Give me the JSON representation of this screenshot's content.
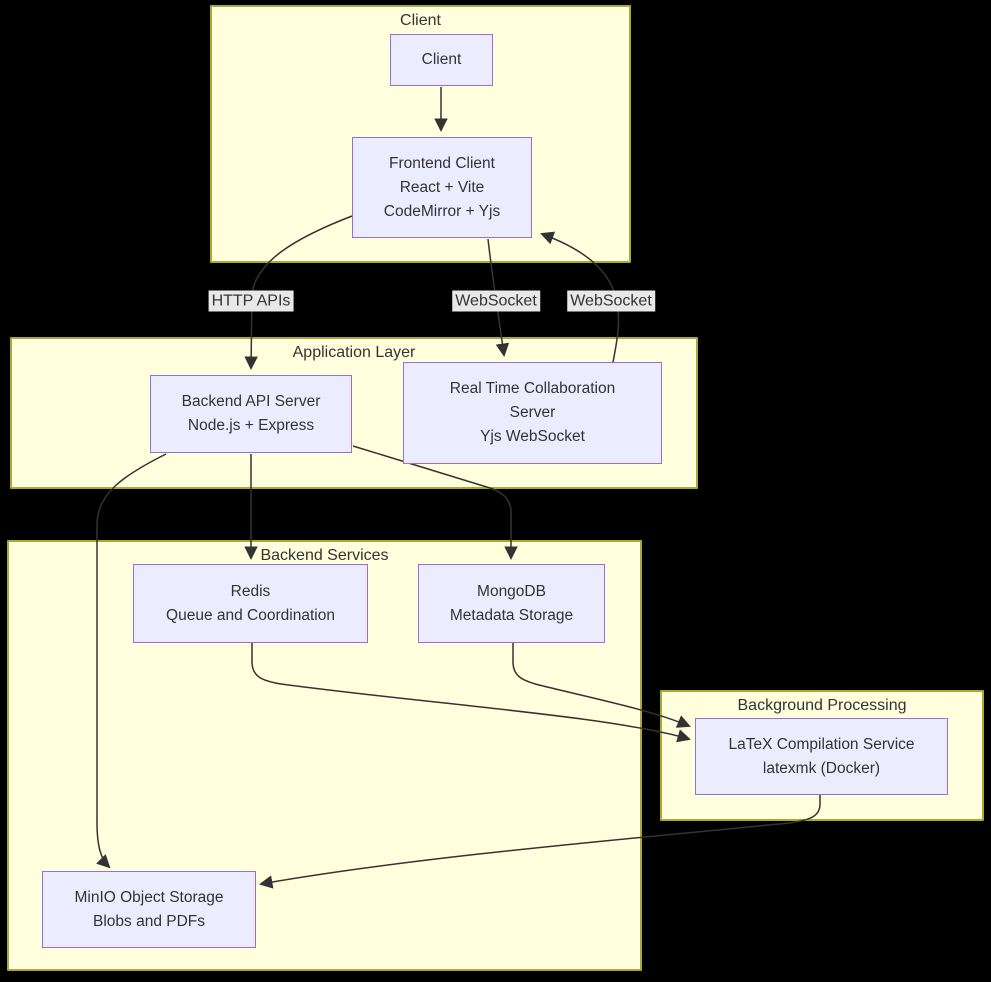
{
  "diagram": {
    "containers": {
      "client": {
        "title": "Client"
      },
      "application": {
        "title": "Application Layer"
      },
      "backend": {
        "title": "Backend Services"
      },
      "background": {
        "title": "Background Processing"
      }
    },
    "nodes": {
      "client": {
        "lines": [
          "Client"
        ]
      },
      "frontend": {
        "lines": [
          "Frontend Client",
          "React + Vite",
          "CodeMirror + Yjs"
        ]
      },
      "backend_api": {
        "lines": [
          "Backend API Server",
          "Node.js + Express"
        ]
      },
      "realtime": {
        "lines": [
          "Real Time Collaboration",
          "Server",
          "Yjs WebSocket"
        ]
      },
      "redis": {
        "lines": [
          "Redis",
          "Queue and Coordination"
        ]
      },
      "mongodb": {
        "lines": [
          "MongoDB",
          "Metadata Storage"
        ]
      },
      "latex": {
        "lines": [
          "LaTeX Compilation Service",
          "latexmk (Docker)"
        ]
      },
      "minio": {
        "lines": [
          "MinIO Object Storage",
          "Blobs and PDFs"
        ]
      }
    },
    "edge_labels": {
      "http_apis": "HTTP APIs",
      "websocket_1": "WebSocket",
      "websocket_2": "WebSocket"
    },
    "colors": {
      "canvas_bg": "#000000",
      "container_fill": "#ffffde",
      "container_border": "#aaaa33",
      "node_fill": "#ececff",
      "node_border": "#9370db",
      "edge_stroke": "#333333",
      "edge_label_bg": "#e8e8e8",
      "text": "#333333"
    }
  }
}
